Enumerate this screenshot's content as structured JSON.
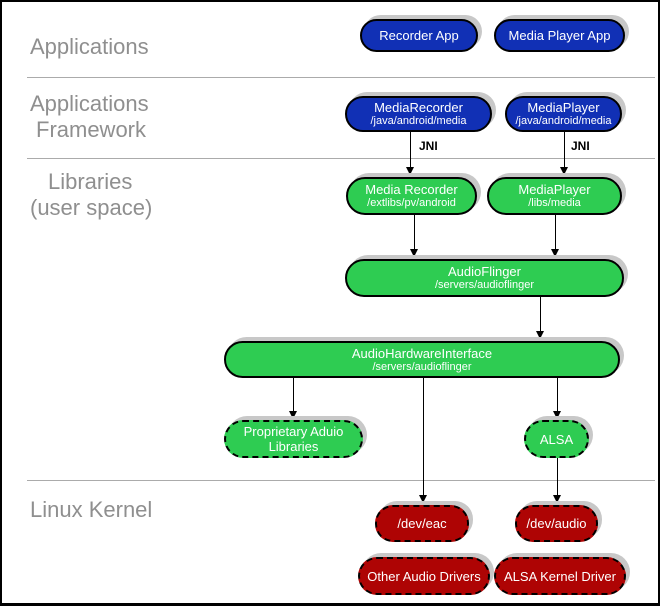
{
  "sections": {
    "applications": {
      "label": "Applications"
    },
    "applications_framework": {
      "line1": "Applications",
      "line2": "Framework"
    },
    "libraries": {
      "line1": "Libraries",
      "line2": "(user space)"
    },
    "linux_kernel": {
      "label": "Linux Kernel"
    }
  },
  "connections": {
    "jni_left": "JNI",
    "jni_right": "JNI"
  },
  "nodes": {
    "recorder_app": {
      "title": "Recorder App"
    },
    "media_player_app": {
      "title": "Media Player App"
    },
    "media_recorder_framework": {
      "title": "MediaRecorder",
      "subtitle": "/java/android/media"
    },
    "media_player_framework": {
      "title": "MediaPlayer",
      "subtitle": "/java/android/media"
    },
    "media_recorder_lib": {
      "title": "Media Recorder",
      "subtitle": "/extlibs/pv/android"
    },
    "media_player_lib": {
      "title": "MediaPlayer",
      "subtitle": "/libs/media"
    },
    "audio_flinger": {
      "title": "AudioFlinger",
      "subtitle": "/servers/audioflinger"
    },
    "audio_hardware_interface": {
      "title": "AudioHardwareInterface",
      "subtitle": "/servers/audioflinger"
    },
    "proprietary_audio_libraries": {
      "title": "Proprietary Aduio",
      "title2": "Libraries"
    },
    "alsa": {
      "title": "ALSA"
    },
    "dev_eac": {
      "title": "/dev/eac"
    },
    "dev_audio": {
      "title": "/dev/audio"
    },
    "other_audio_drivers": {
      "title": "Other Audio Drivers"
    },
    "alsa_kernel_driver": {
      "title": "ALSA Kernel Driver"
    }
  },
  "colors": {
    "blue": "#1130B5",
    "green": "#2ECC52",
    "red": "#AE0404",
    "shadow": "#C8C8C8",
    "label-gray": "#8F8F8F",
    "divider-gray": "#ABABAB",
    "line-black": "#000000"
  }
}
